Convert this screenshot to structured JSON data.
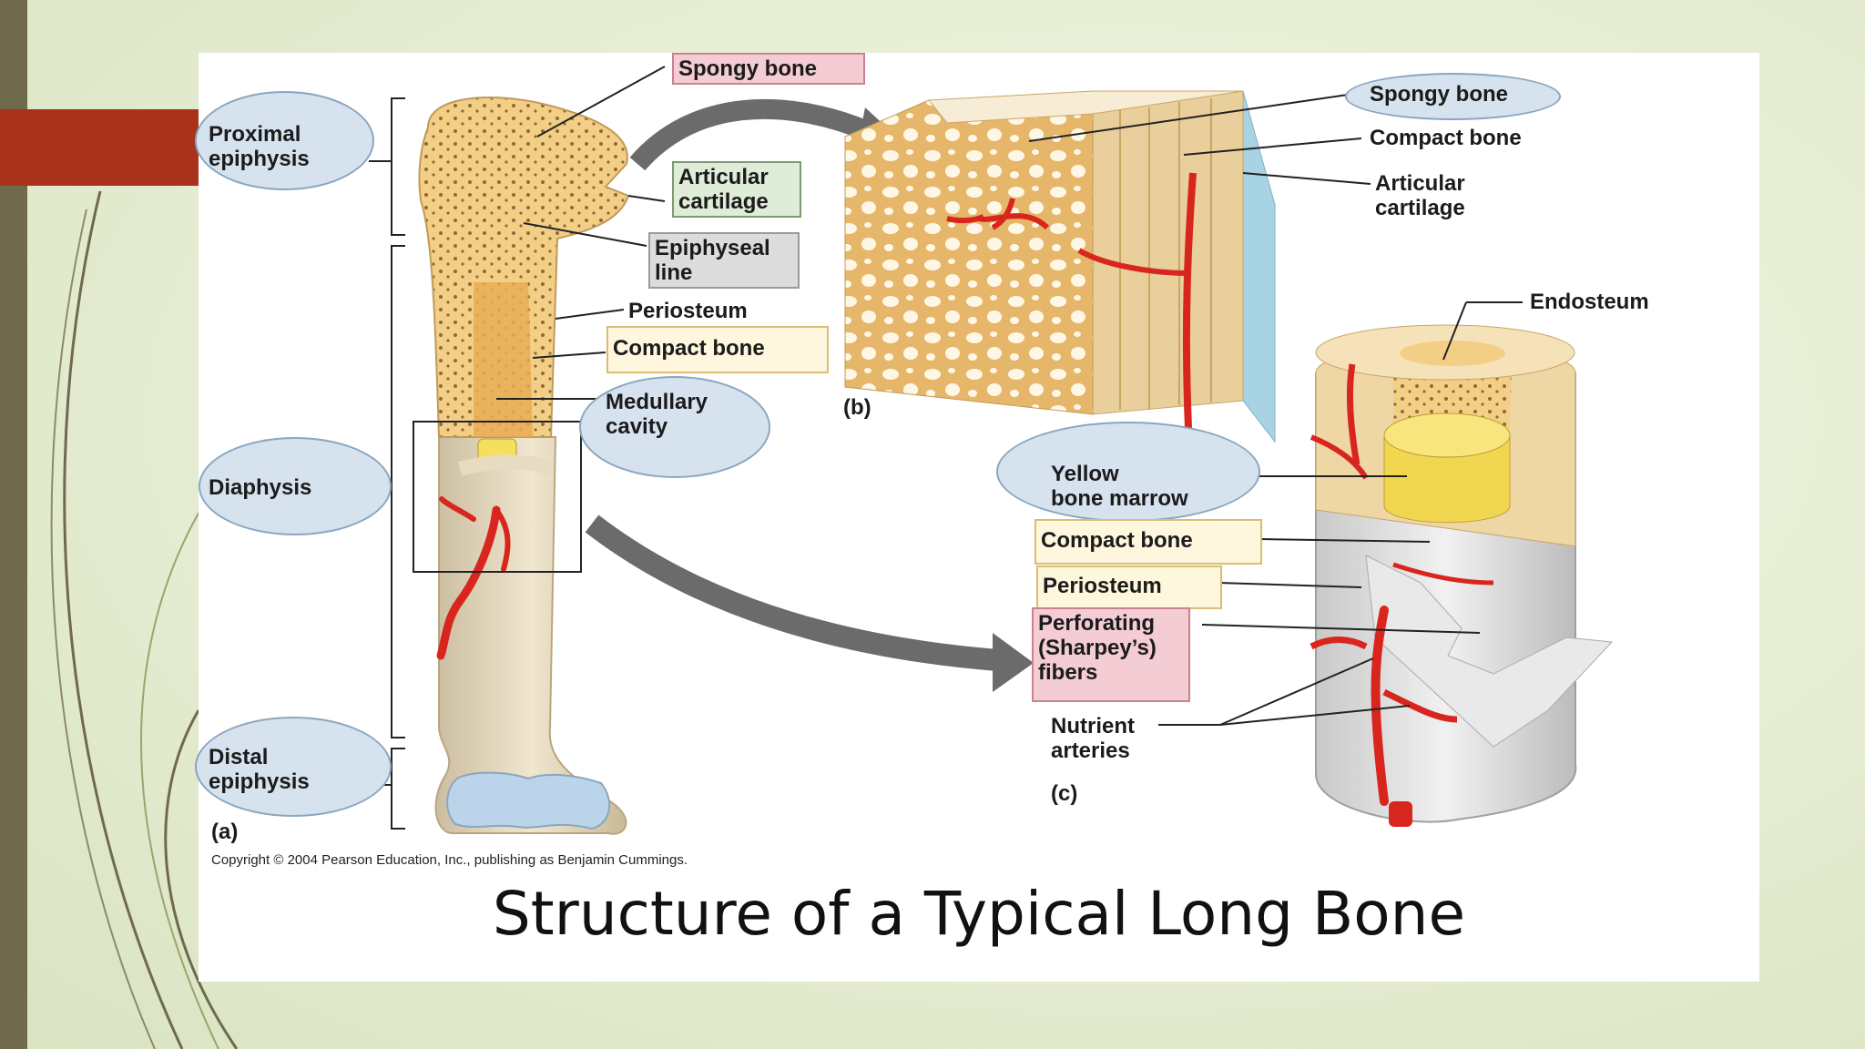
{
  "title": "Structure of a Typical Long Bone",
  "copyright": "Copyright © 2004 Pearson Education, Inc., publishing as Benjamin Cummings.",
  "panels": {
    "a": "(a)",
    "b": "(b)",
    "c": "(c)"
  },
  "labels_a": {
    "proximal_epiphysis": "Proximal\nepiphysis",
    "diaphysis": "Diaphysis",
    "distal_epiphysis": "Distal\nepiphysis",
    "spongy_bone": "Spongy bone",
    "articular_cartilage": "Articular\ncartilage",
    "epiphyseal_line": "Epiphyseal\nline",
    "periosteum": "Periosteum",
    "compact_bone": "Compact bone",
    "medullary_cavity": "Medullary\ncavity"
  },
  "labels_b": {
    "spongy_bone": "Spongy bone",
    "compact_bone": "Compact bone",
    "articular_cartilage": "Articular\ncartilage"
  },
  "labels_c": {
    "endosteum": "Endosteum",
    "yellow_bone_marrow": "Yellow\nbone marrow",
    "compact_bone": "Compact bone",
    "periosteum": "Periosteum",
    "perforating_fibers": "Perforating\n(Sharpey’s)\nfibers",
    "nutrient_arteries": "Nutrient\narteries"
  },
  "colors": {
    "slide_bar": "#6f6a4c",
    "accent_tab": "#a8321a",
    "bone": "#f2c777",
    "artery": "#d8261f",
    "cartilage": "#bcd4ea"
  }
}
